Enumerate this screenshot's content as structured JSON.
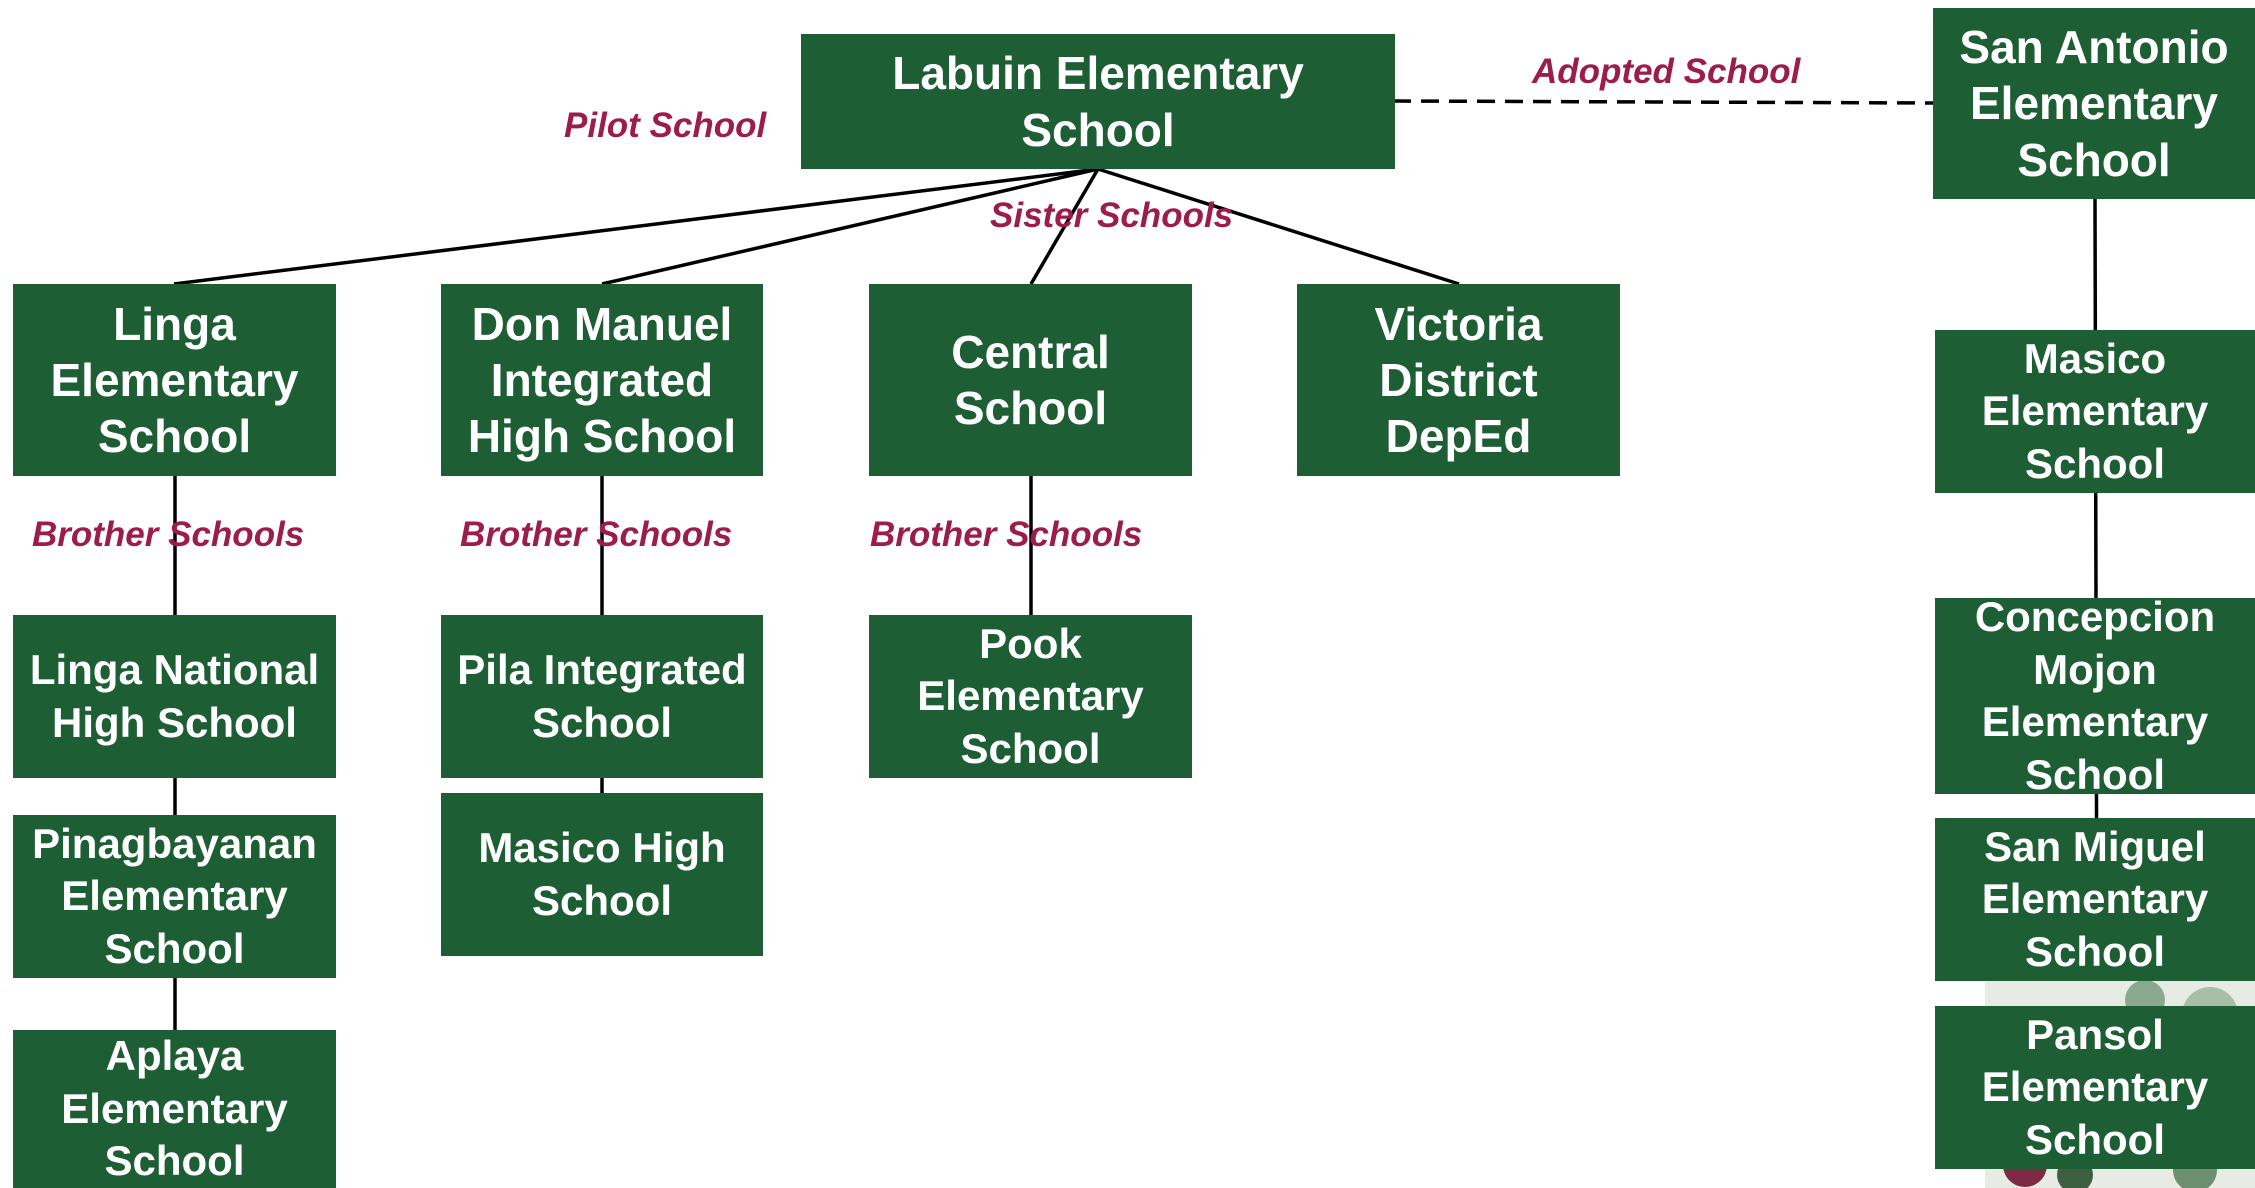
{
  "colors": {
    "node_fill": "#1e5e35",
    "node_text": "#ffffff",
    "relation_label": "#9c1c4a",
    "connector": "#000000"
  },
  "nodes": {
    "labuin": "Labuin Elementary\nSchool",
    "san_antonio": "San Antonio\nElementary\nSchool",
    "linga_es": "Linga\nElementary\nSchool",
    "don_manuel": "Don Manuel\nIntegrated\nHigh School",
    "central": "Central\nSchool",
    "victoria": "Victoria\nDistrict\nDepEd",
    "linga_nhs": "Linga National\nHigh School",
    "pinagbayanan": "Pinagbayanan\nElementary\nSchool",
    "aplaya": "Aplaya\nElementary\nSchool",
    "pila": "Pila Integrated\nSchool",
    "masico_hs": "Masico High\nSchool",
    "pook": "Pook\nElementary\nSchool",
    "masico_es": "Masico\nElementary\nSchool",
    "concepcion": "Concepcion\nMojon\nElementary\nSchool",
    "san_miguel": "San Miguel\nElementary\nSchool",
    "pansol": "Pansol\nElementary\nSchool"
  },
  "labels": {
    "pilot": "Pilot School",
    "adopted": "Adopted School",
    "sister": "Sister Schools",
    "brother_1": "Brother Schools",
    "brother_2": "Brother Schools",
    "brother_3": "Brother Schools"
  }
}
